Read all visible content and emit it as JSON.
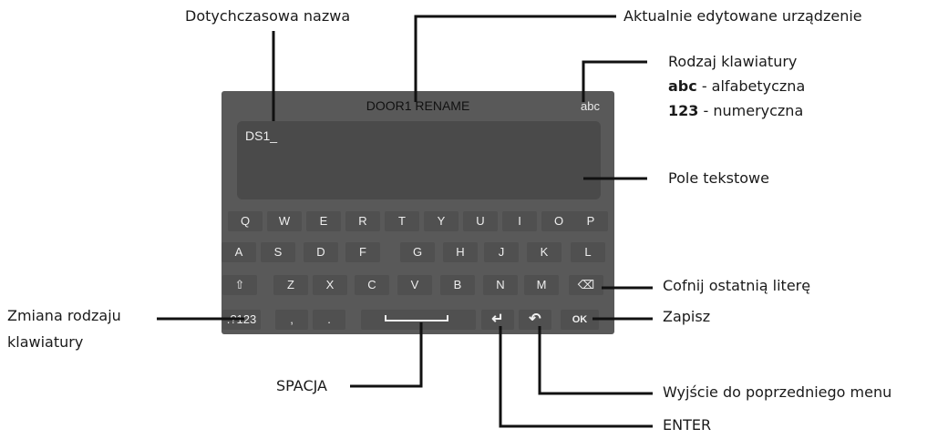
{
  "screen": {
    "title": "DOOR1 RENAME",
    "keyboard_type": "abc",
    "text_value": "DS1_"
  },
  "keyboard": {
    "row1": [
      "Q",
      "W",
      "E",
      "R",
      "T",
      "Y",
      "U",
      "I",
      "O",
      "P"
    ],
    "row2": [
      "A",
      "S",
      "D",
      "F",
      "G",
      "H",
      "J",
      "K",
      "L"
    ],
    "row3": [
      "⇧",
      "Z",
      "X",
      "C",
      "V",
      "B",
      "N",
      "M",
      "⌫"
    ],
    "row4": {
      "mode": ".?123",
      "comma": ",",
      "period": ".",
      "enter": "↵",
      "back": "↶",
      "ok": "OK"
    }
  },
  "annotations": {
    "previous_name": "Dotychczasowa nazwa",
    "edited_device": "Aktualnie edytowane urządzenie",
    "keyboard_type_title": "Rodzaj klawiatury",
    "abc_bold": "abc",
    "abc_desc": " - alfabetyczna",
    "num_bold": "123",
    "num_desc": " - numeryczna",
    "text_field": "Pole tekstowe",
    "backspace": "Cofnij ostatnią literę",
    "mode_line1": "Zmiana rodzaju",
    "mode_line2": "klawiatury",
    "save": "Zapisz",
    "space": "SPACJA",
    "exit": "Wyjście do poprzedniego menu",
    "enter": "ENTER"
  },
  "icons": {
    "shift": "shift-icon",
    "backspace": "backspace-icon",
    "enter": "enter-icon",
    "back": "back-icon"
  }
}
